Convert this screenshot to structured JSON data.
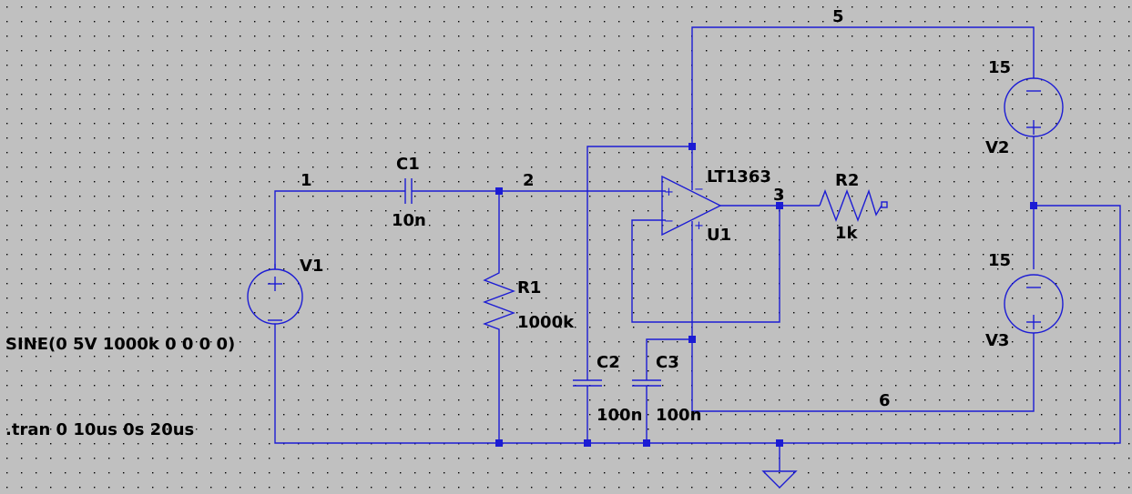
{
  "labels": {
    "node_1": "1",
    "node_2": "2",
    "node_3": "3",
    "node_5": "5",
    "node_6": "6",
    "v1_name": "V1",
    "v1_value": "SINE(0 5V 1000k 0 0 0 0)",
    "c1_name": "C1",
    "c1_value": "10n",
    "r1_name": "R1",
    "r1_value": "1000k",
    "c2_name": "C2",
    "c2_value": "100n",
    "c3_name": "C3",
    "c3_value": "100n",
    "u1_model": "LT1363",
    "u1_name": "U1",
    "r2_name": "R2",
    "r2_value": "1k",
    "v2_name": "V2",
    "v2_value": "15",
    "v3_name": "V3",
    "v3_value": "15",
    "directive": ".tran 0 10us 0s 20us"
  },
  "colors": {
    "background": "#c0c0c0",
    "wire": "#1c1cd4",
    "text": "#000000"
  }
}
